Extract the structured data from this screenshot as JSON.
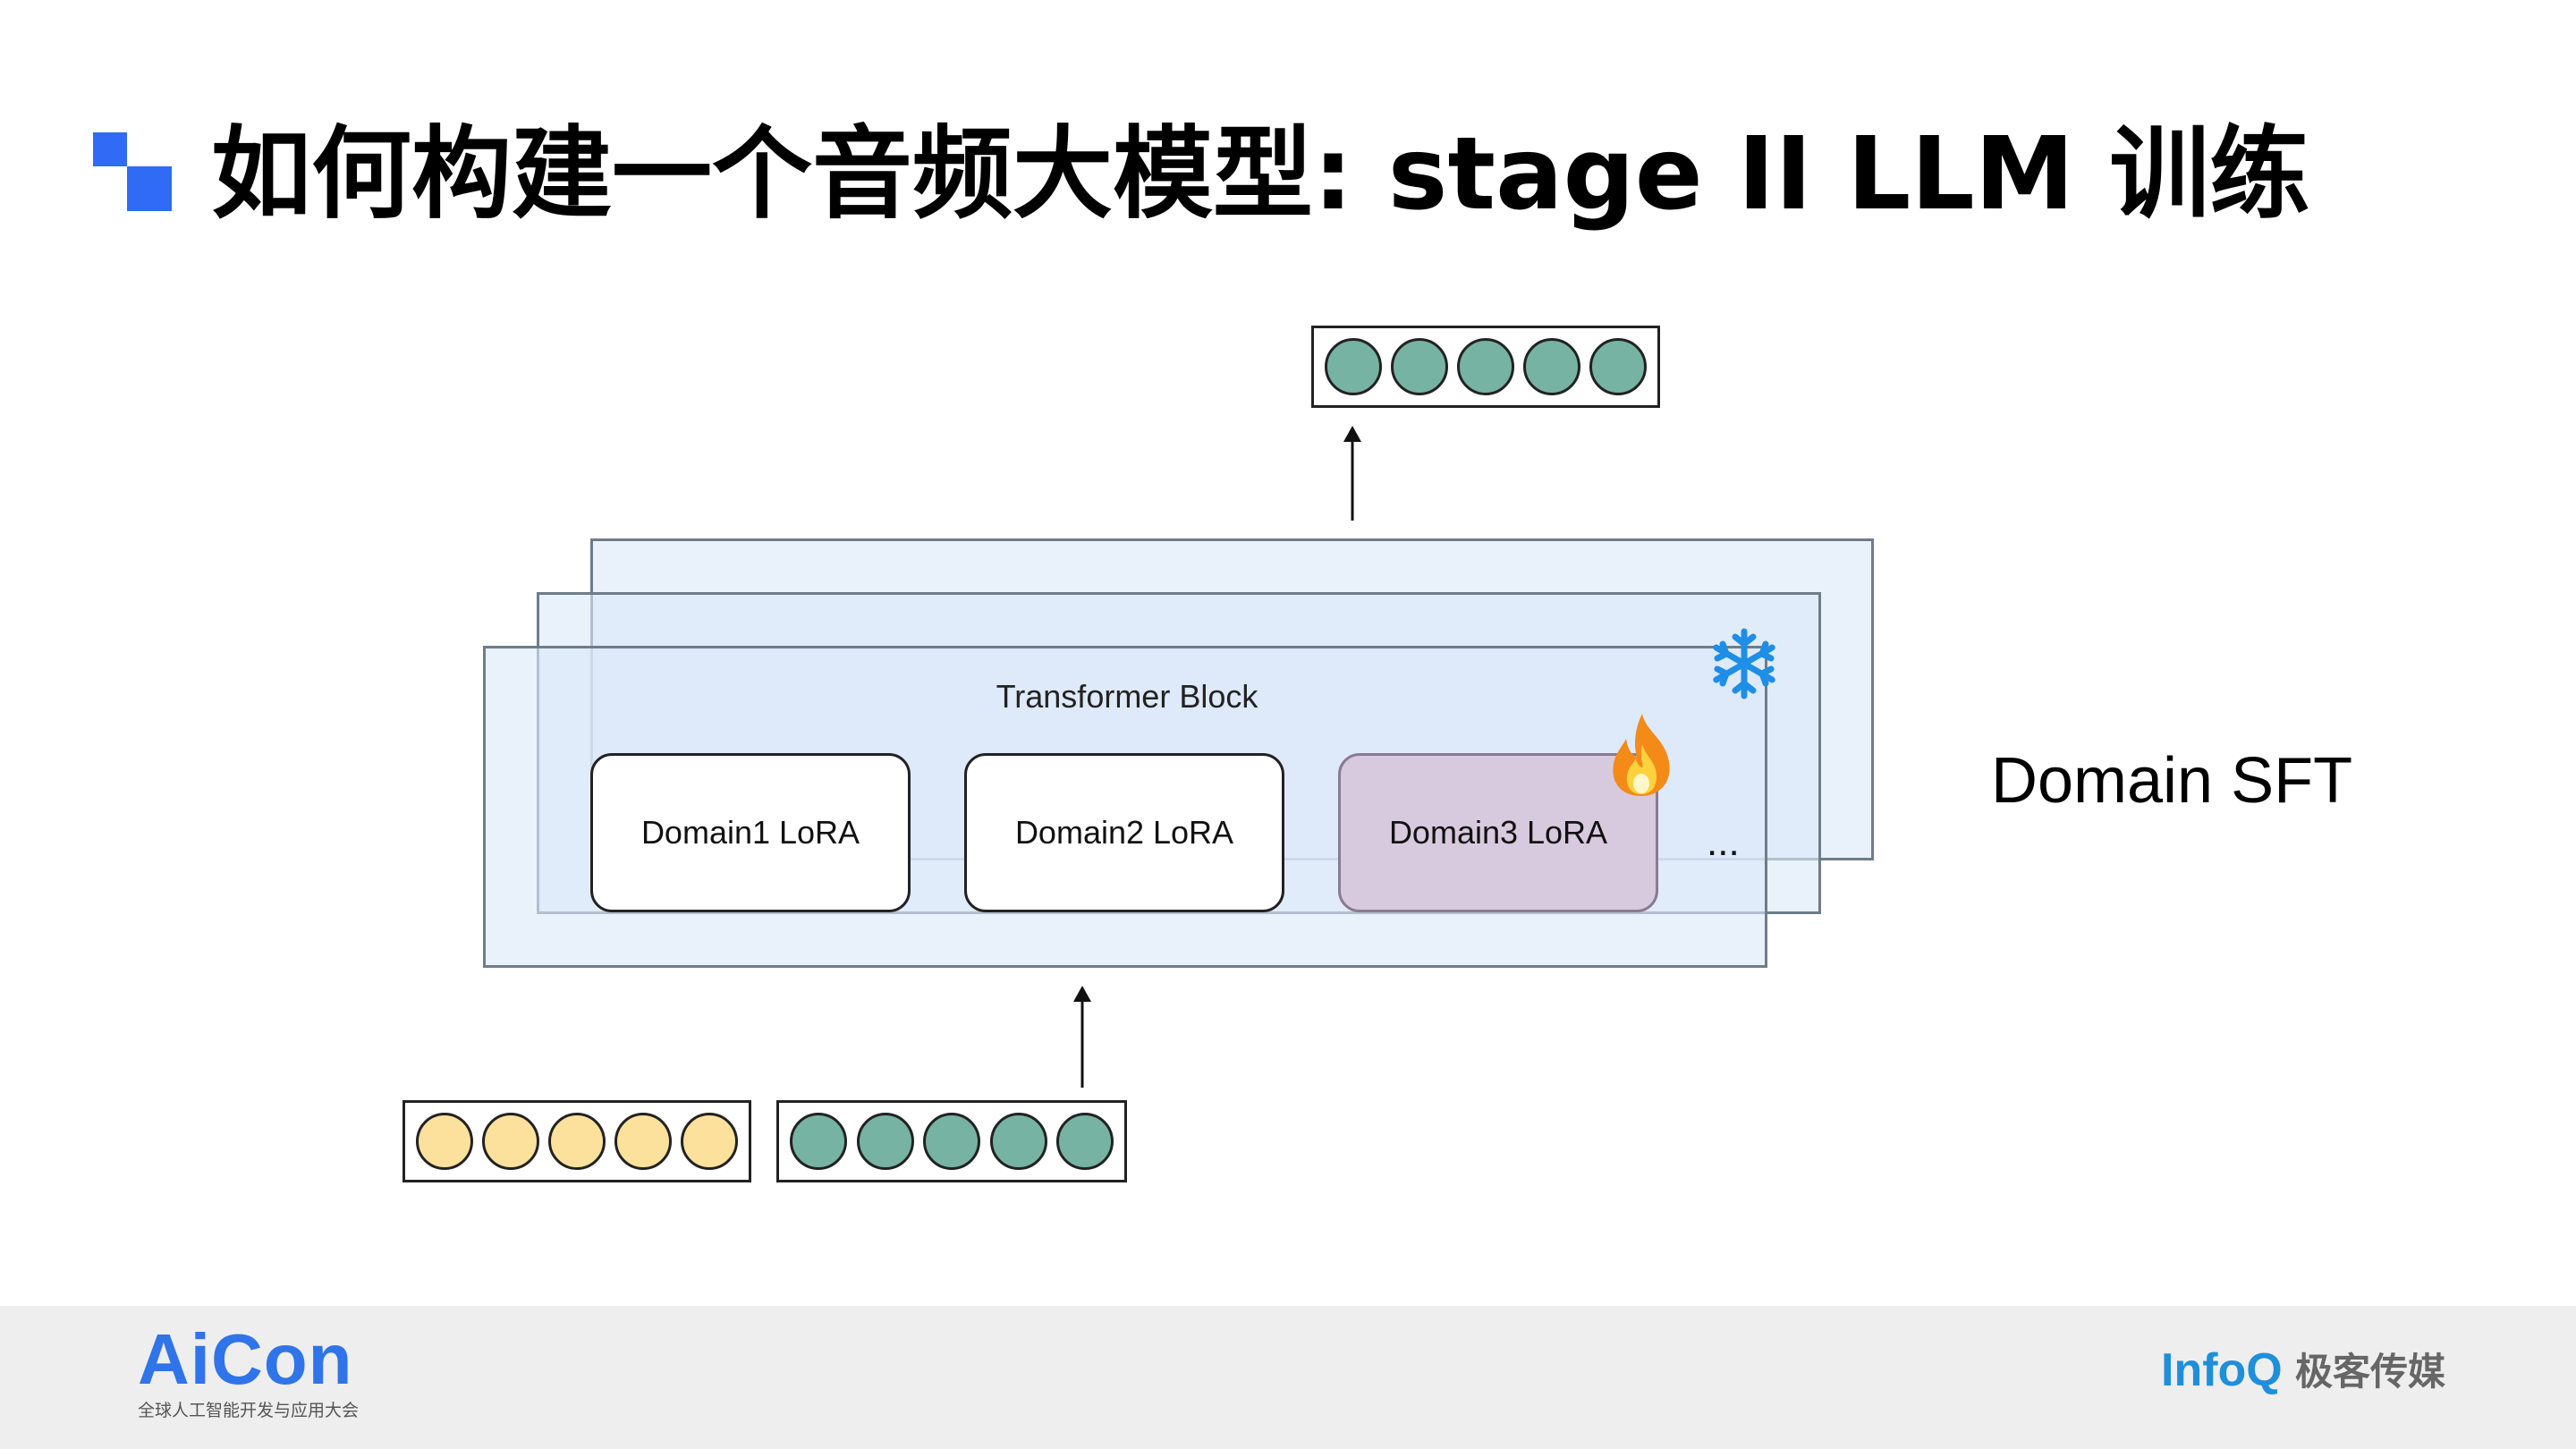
{
  "slide": {
    "title": "如何构建一个音频大模型: stage II LLM 训练",
    "accent_color": "#2f6bf5"
  },
  "diagram": {
    "block_label": "Transformer Block",
    "lora_modules": [
      {
        "label": "Domain1 LoRA",
        "state": "default"
      },
      {
        "label": "Domain2 LoRA",
        "state": "default"
      },
      {
        "label": "Domain3 LoRA",
        "state": "trainable"
      }
    ],
    "ellipsis": "...",
    "frozen_icon": "snowflake-icon",
    "trainable_icon": "flame-icon",
    "side_label": "Domain SFT",
    "output_tokens": {
      "count": 5,
      "color": "#76b3a2"
    },
    "input_tokens": [
      {
        "count": 5,
        "color": "#fbe19b"
      },
      {
        "count": 5,
        "color": "#76b3a2"
      }
    ]
  },
  "footer": {
    "left_logo": "AiCon",
    "left_subtitle": "全球人工智能开发与应用大会",
    "right_logo_main": "InfoQ",
    "right_logo_cn": "极客传媒"
  }
}
